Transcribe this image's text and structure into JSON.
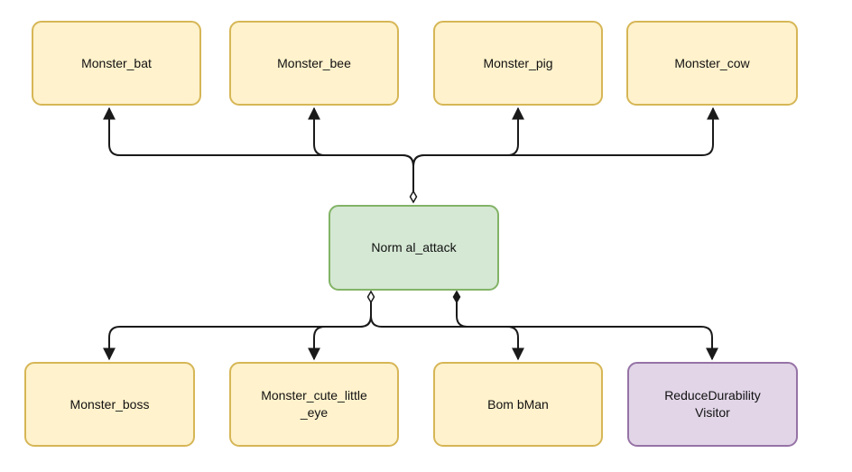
{
  "diagram": {
    "nodes": {
      "monster_bat": "Monster_bat",
      "monster_bee": "Monster_bee",
      "monster_pig": "Monster_pig",
      "monster_cow": "Monster_cow",
      "normal_attack": "Norm al_attack",
      "monster_boss": "Monster_boss",
      "monster_cute_little_eye": "Monster_cute_little\n_eye",
      "bombman": "Bom bMan",
      "reduce_durability_visitor": "ReduceDurability\nVisitor"
    },
    "colors": {
      "yellow_fill": "#fff2cc",
      "yellow_border": "#d6b656",
      "green_fill": "#d5e8d4",
      "green_border": "#82b366",
      "purple_fill": "#e1d5e7",
      "purple_border": "#9673a6",
      "connector": "#1a1a1a"
    },
    "edges": [
      {
        "from": "normal_attack",
        "to": "monster_bat",
        "source_marker": "open-diamond"
      },
      {
        "from": "normal_attack",
        "to": "monster_bee",
        "source_marker": "open-diamond"
      },
      {
        "from": "normal_attack",
        "to": "monster_pig",
        "source_marker": "open-diamond"
      },
      {
        "from": "normal_attack",
        "to": "monster_cow",
        "source_marker": "open-diamond"
      },
      {
        "from": "normal_attack",
        "to": "monster_boss",
        "source_marker": "open-diamond"
      },
      {
        "from": "normal_attack",
        "to": "monster_cute_little_eye",
        "source_marker": "open-diamond"
      },
      {
        "from": "normal_attack",
        "to": "bombman",
        "source_marker": "open-diamond"
      },
      {
        "from": "normal_attack",
        "to": "reduce_durability_visitor",
        "source_marker": "filled-diamond"
      }
    ]
  }
}
